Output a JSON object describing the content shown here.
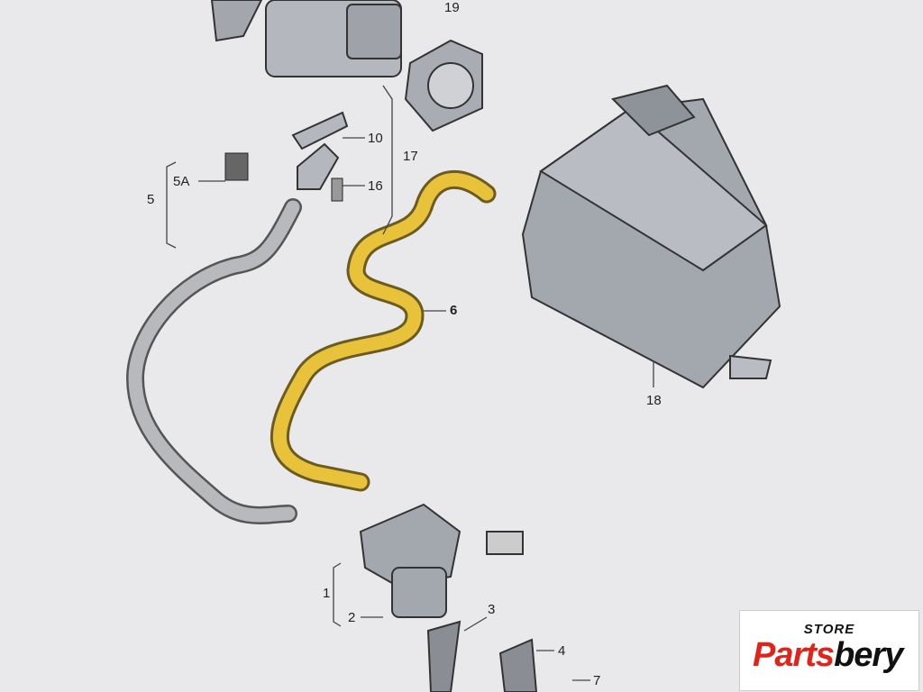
{
  "labels": {
    "p19": "19",
    "p10": "10",
    "p17": "17",
    "p16": "16",
    "p5a": "5A",
    "p5": "5",
    "p6": "6",
    "p18": "18",
    "p1": "1",
    "p2": "2",
    "p3": "3",
    "p4": "4",
    "p7": "7"
  },
  "logo": {
    "top": "STORE",
    "brand_red": "Parts",
    "brand_black": "bery"
  },
  "colors": {
    "highlight": "#e8c23a",
    "line": "#555555",
    "background": "#e9e9eb"
  }
}
